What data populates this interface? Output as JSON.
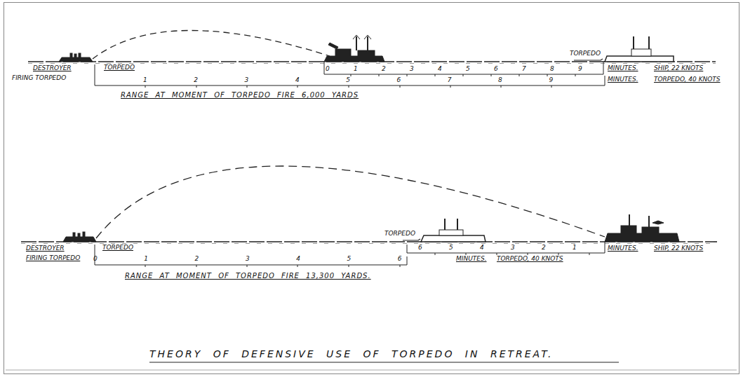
{
  "diagram": {
    "title": "THEORY OF DEFENSIVE USE OF TORPEDO IN RETREAT.",
    "labels": [
      "TORPEDO",
      "DESTROYER",
      "TORPEDO",
      "FIRING TORPEDO",
      "0",
      "1",
      "2",
      "3",
      "4",
      "5",
      "6",
      "7",
      "8",
      "9",
      "1",
      "2",
      "3",
      "4",
      "5",
      "6",
      "7",
      "8",
      "9",
      "MINUTES.",
      "SHIP, 22 KNOTS",
      "MINUTES.",
      "TORPEDO, 40 KNOTS",
      "RANGE AT MOMENT OF TORPEDO FIRE 6,000 YARDS",
      "TORPEDO",
      "DESTROYER",
      "TORPEDO",
      "FIRING TORPEDO",
      "6",
      "5",
      "4",
      "3",
      "2",
      "1",
      "0",
      "1",
      "2",
      "3",
      "4",
      "5",
      "6",
      "MINUTES.",
      "TORPEDO, 40 KNOTS",
      "MINUTES.",
      "SHIP, 22 KNOTS",
      "RANGE AT MOMENT OF TORPEDO FIRE 13,300 YARDS."
    ]
  }
}
